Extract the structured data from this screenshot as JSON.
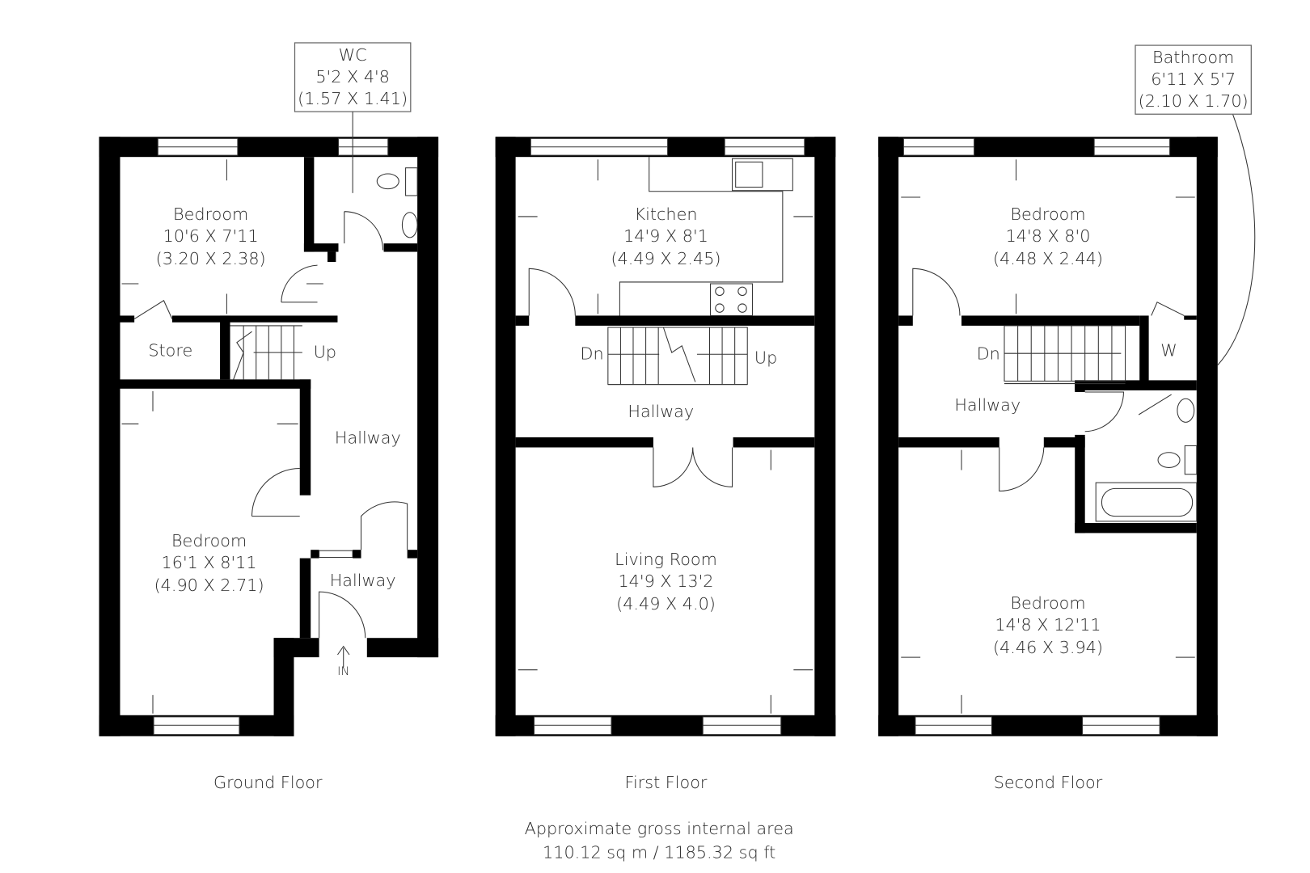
{
  "ground_floor": {
    "title": "Ground Floor",
    "rooms": [
      {
        "name": "Bedroom",
        "imperial": "10'6 X 7'11",
        "metric": "(3.20 X 2.38)"
      },
      {
        "name": "Bedroom",
        "imperial": "16'1 X 8'11",
        "metric": "(4.90 X 2.71)"
      },
      {
        "name": "Store"
      },
      {
        "name": "Hallway"
      },
      {
        "name": "Hallway"
      }
    ],
    "wc": {
      "name": "WC",
      "imperial": "5'2 X 4'8",
      "metric": "(1.57 X 1.41)"
    },
    "stairs_label": "Up",
    "entrance_label": "IN"
  },
  "first_floor": {
    "title": "First Floor",
    "rooms": [
      {
        "name": "Kitchen",
        "imperial": "14'9 X 8'1",
        "metric": "(4.49 X 2.45)"
      },
      {
        "name": "Living Room",
        "imperial": "14'9 X 13'2",
        "metric": "(4.49 X 4.0)"
      },
      {
        "name": "Hallway"
      }
    ],
    "stairs_down": "Dn",
    "stairs_up": "Up"
  },
  "second_floor": {
    "title": "Second Floor",
    "rooms": [
      {
        "name": "Bedroom",
        "imperial": "14'8 X 8'0",
        "metric": "(4.48 X 2.44)"
      },
      {
        "name": "Bedroom",
        "imperial": "14'8 X 12'11",
        "metric": "(4.46 X 3.94)"
      },
      {
        "name": "Hallway"
      },
      {
        "name": "W"
      }
    ],
    "bathroom": {
      "name": "Bathroom",
      "imperial": "6'11 X 5'7",
      "metric": "(2.10 X 1.70)"
    },
    "stairs_down": "Dn"
  },
  "area": {
    "label": "Approximate gross internal area",
    "value": "110.12 sq m / 1185.32 sq ft"
  }
}
